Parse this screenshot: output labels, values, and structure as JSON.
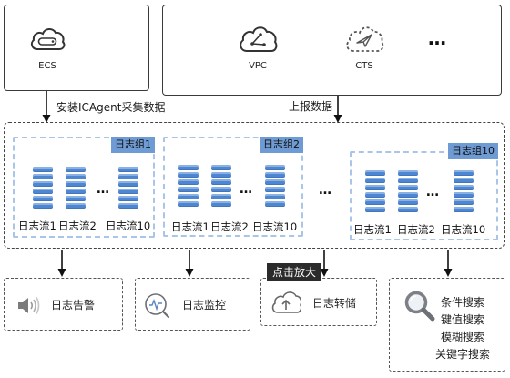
{
  "sources": {
    "ecs": {
      "label": "ECS",
      "icon": "ecs-cloud-icon"
    },
    "vpc": {
      "label": "VPC",
      "icon": "vpc-cloud-icon"
    },
    "cts": {
      "label": "CTS",
      "icon": "cts-cloud-icon"
    },
    "more": "…"
  },
  "flows": {
    "install_agent": "安装ICAgent采集数据",
    "report_data": "上报数据"
  },
  "log_groups": [
    {
      "tag": "日志组1",
      "streams": [
        "日志流1",
        "日志流2",
        "日志流10"
      ],
      "more": "…"
    },
    {
      "tag": "日志组2",
      "streams": [
        "日志流1",
        "日志流2",
        "日志流10"
      ],
      "more": "…"
    },
    {
      "tag": "日志组10",
      "streams": [
        "日志流1",
        "日志流2",
        "日志流10"
      ],
      "more": "…"
    }
  ],
  "log_groups_more": "…",
  "functions": {
    "alarm": {
      "label": "日志告警",
      "icon": "speaker-icon"
    },
    "monitor": {
      "label": "日志监控",
      "icon": "monitor-pulse-icon"
    },
    "transfer": {
      "label": "日志转储",
      "icon": "cloud-upload-icon"
    },
    "search": {
      "icon": "search-icon",
      "items": [
        "条件搜索",
        "键值搜索",
        "模糊搜索",
        "关键字搜索"
      ]
    }
  },
  "tooltip": {
    "label": "点击放大"
  },
  "colors": {
    "stream_bar": "#4d86d3",
    "group_tag": "#6e9bd3",
    "group_border": "#a9c5e8",
    "tooltip_bg": "#2b2b2b"
  }
}
